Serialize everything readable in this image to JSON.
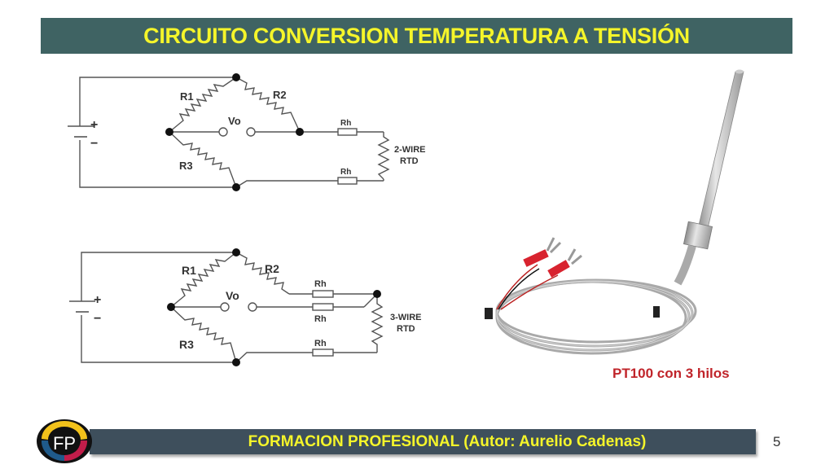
{
  "slide": {
    "title": "CIRCUITO CONVERSION TEMPERATURA A TENSIÓN",
    "page_number": "5",
    "footer": "FORMACION PROFESIONAL  (Autor: Aurelio Cadenas)",
    "logo_text": "FP",
    "colors": {
      "title_bg": "#3f6363",
      "title_text": "#f5f52a",
      "footer_bg": "#3e4f5c",
      "caption": "#c0242a",
      "logo_yellow": "#f2c21b",
      "logo_blue": "#1f5a8a",
      "logo_red": "#c21d4a"
    }
  },
  "diagrams": [
    {
      "id": "2wire",
      "labels": {
        "r1": "R1",
        "r2": "R2",
        "r3": "R3",
        "vo": "Vo",
        "plus": "+",
        "minus": "−",
        "rh_top": "Rh",
        "rh_bottom": "Rh",
        "rtd_line1": "2-WIRE",
        "rtd_line2": "RTD"
      }
    },
    {
      "id": "3wire",
      "labels": {
        "r1": "R1",
        "r2": "R2",
        "r3": "R3",
        "vo": "Vo",
        "plus": "+",
        "minus": "−",
        "rh_top": "Rh",
        "rh_middle": "Rh",
        "rh_bottom": "Rh",
        "rtd_line1": "3-WIRE",
        "rtd_line2": "RTD"
      }
    }
  ],
  "photo": {
    "subject": "PT100 probe with braided cable and 3 spade terminals",
    "caption": "PT100 con 3 hilos"
  }
}
